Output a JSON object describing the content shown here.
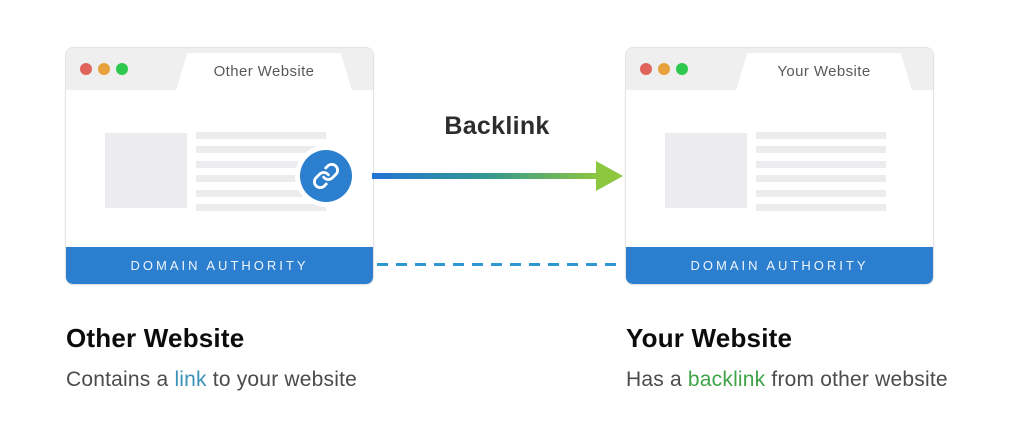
{
  "diagram": {
    "arrow_label": "Backlink",
    "windows": {
      "left": {
        "tab_title": "Other Website",
        "footer_label": "DOMAIN AUTHORITY"
      },
      "right": {
        "tab_title": "Your Website",
        "footer_label": "DOMAIN AUTHORITY"
      }
    },
    "captions": {
      "left": {
        "heading": "Other Website",
        "desc_pre": "Contains a ",
        "desc_highlight": "link",
        "desc_post": " to your website"
      },
      "right": {
        "heading": "Your Website",
        "desc_pre": "Has a ",
        "desc_highlight": "backlink",
        "desc_post": " from other website"
      }
    },
    "icons": {
      "link_badge": "link-icon",
      "traffic_lights": [
        "red-dot-icon",
        "orange-dot-icon",
        "green-dot-icon"
      ]
    },
    "colors": {
      "domain_authority_blue": "#2b7fce",
      "connector_dash_blue": "#2e97d4",
      "arrow_start_blue": "#2374d6",
      "arrow_end_green": "#8dc63f",
      "link_text_blue": "#3c92b8",
      "backlink_text_green": "#3fa347"
    }
  }
}
